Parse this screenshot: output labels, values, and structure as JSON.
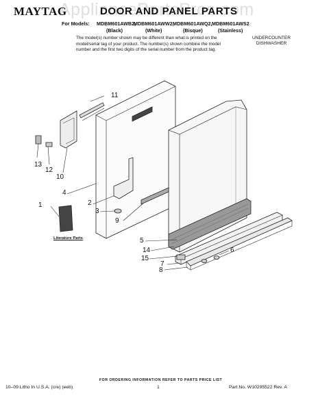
{
  "watermark": "AppliancePartsPros.com",
  "header": {
    "brand": "MAYTAG",
    "title": "DOOR AND PANEL PARTS",
    "models_prefix": "For Models:",
    "models": [
      "MDBM601AWB2,",
      "MDBM601AWW2,",
      "MDBM601AWQ2,",
      "MDBM601AWS2"
    ],
    "colors": [
      "(Black)",
      "(White)",
      "(Bisque)",
      "(Stainless)"
    ],
    "note_lines": [
      "The model(s) number shown may be different than what is printed on the",
      "model/serial tag of your product. The number(s) shown combine the model",
      "number and the first two digits of the serial number from the product tag."
    ],
    "appliance_type": [
      "UNDERCOUNTER",
      "DISHWASHER"
    ]
  },
  "diagram": {
    "callouts": [
      "1",
      "2",
      "3",
      "4",
      "5",
      "6",
      "7",
      "8",
      "9",
      "10",
      "11",
      "12",
      "13",
      "14",
      "15"
    ],
    "literature_label": "Literature Parts"
  },
  "footer": {
    "order_info": "FOR ORDERING INFORMATION REFER TO PARTS PRICE LIST",
    "print_info": "10–09 Litho In U.S.A. (cre) (eeb)",
    "page_number": "1",
    "part_number": "Part No. W10295522 Rev. A"
  }
}
